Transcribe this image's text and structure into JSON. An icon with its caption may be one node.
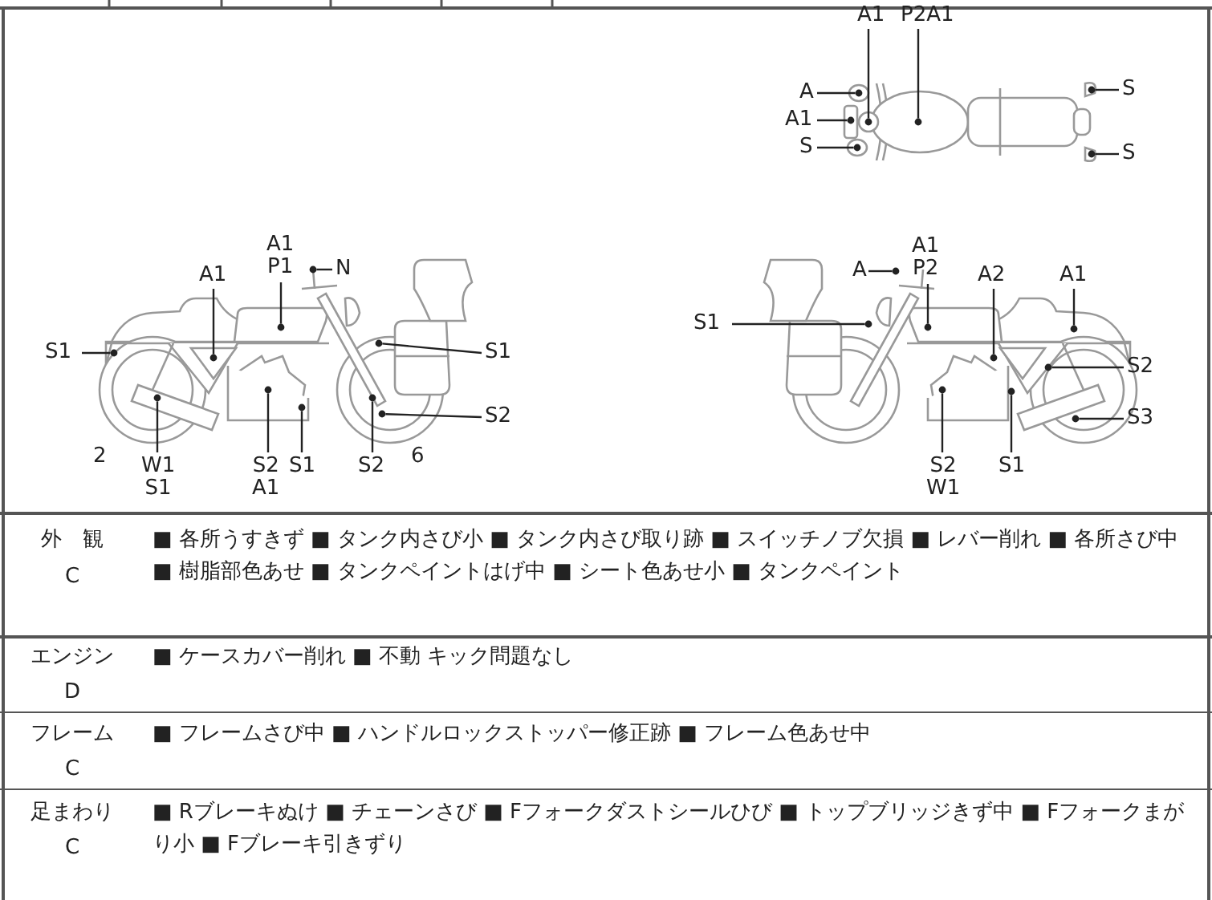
{
  "diagram": {
    "nodes": [
      {
        "text": [
          "A1"
        ]
      },
      {
        "text": [
          "P2A1"
        ]
      },
      {
        "text": [
          "A"
        ]
      },
      {
        "text": [
          "S"
        ]
      },
      {
        "text": [
          "A1"
        ]
      },
      {
        "text": [
          "S"
        ]
      },
      {
        "text": [
          "S"
        ]
      },
      {
        "text": [
          "A1 P1"
        ]
      },
      {
        "text": [
          "N"
        ]
      },
      {
        "text": [
          "A1 P2"
        ]
      },
      {
        "text": [
          "A1"
        ]
      },
      {
        "text": [
          "A"
        ]
      },
      {
        "text": [
          "A2"
        ]
      },
      {
        "text": [
          "A1"
        ]
      },
      {
        "text": [
          "S1"
        ]
      },
      {
        "text": [
          "S1"
        ]
      },
      {
        "text": [
          "S1"
        ]
      },
      {
        "text": [
          "S2"
        ]
      },
      {
        "text": [
          "S2"
        ]
      },
      {
        "text": [
          "S3"
        ]
      },
      {
        "text": [
          "W1 S1"
        ]
      },
      {
        "text": [
          "S2 A1"
        ]
      },
      {
        "text": [
          "S1"
        ]
      },
      {
        "text": [
          "S2"
        ]
      },
      {
        "text": [
          "S2 W1"
        ]
      },
      {
        "text": [
          "S1"
        ]
      },
      {
        "text": [],
        "shape": "dot"
      },
      {
        "text": [],
        "shape": "dot"
      },
      {
        "text": [],
        "shape": "dot"
      },
      {
        "text": [],
        "shape": "dot"
      },
      {
        "text": [],
        "shape": "dot"
      },
      {
        "text": [],
        "shape": "dot"
      },
      {
        "text": [],
        "shape": "dot"
      },
      {
        "text": [],
        "shape": "dot"
      },
      {
        "text": [],
        "shape": "dot"
      },
      {
        "text": [],
        "shape": "dot"
      },
      {
        "text": [],
        "shape": "dot"
      },
      {
        "text": [],
        "shape": "dot"
      },
      {
        "text": [],
        "shape": "dot"
      },
      {
        "text": [],
        "shape": "dot"
      },
      {
        "text": [],
        "shape": "dot"
      },
      {
        "text": [],
        "shape": "dot"
      },
      {
        "text": [],
        "shape": "dot"
      },
      {
        "text": [],
        "shape": "dot"
      },
      {
        "text": [],
        "shape": "dot"
      },
      {
        "text": [],
        "shape": "dot"
      },
      {
        "text": [],
        "shape": "dot"
      },
      {
        "text": [],
        "shape": "dot"
      },
      {
        "text": [],
        "shape": "dot"
      },
      {
        "text": [],
        "shape": "dot"
      },
      {
        "text": [],
        "shape": "dot"
      },
      {
        "text": [],
        "shape": "dot"
      }
    ],
    "edges": [
      {
        "from": 0,
        "to": 26,
        "arrow": "none"
      },
      {
        "from": 1,
        "to": 27,
        "arrow": "none"
      },
      {
        "from": 2,
        "to": 28,
        "arrow": "none"
      },
      {
        "from": 3,
        "to": 29,
        "arrow": "none"
      },
      {
        "from": 4,
        "to": 30,
        "arrow": "none"
      },
      {
        "from": 5,
        "to": 31,
        "arrow": "none"
      },
      {
        "from": 6,
        "to": 32,
        "arrow": "none"
      },
      {
        "from": 7,
        "to": 33,
        "arrow": "none"
      },
      {
        "from": 8,
        "to": 34,
        "arrow": "none"
      },
      {
        "from": 9,
        "to": 35,
        "arrow": "none"
      },
      {
        "from": 10,
        "to": 36,
        "arrow": "none"
      },
      {
        "from": 11,
        "to": 37,
        "arrow": "none"
      },
      {
        "from": 12,
        "to": 38,
        "arrow": "none"
      },
      {
        "from": 13,
        "to": 39,
        "arrow": "none"
      },
      {
        "from": 14,
        "to": 40,
        "arrow": "none"
      },
      {
        "from": 15,
        "to": 41,
        "arrow": "none"
      },
      {
        "from": 16,
        "to": 42,
        "arrow": "none"
      },
      {
        "from": 17,
        "to": 43,
        "arrow": "none"
      },
      {
        "from": 18,
        "to": 44,
        "arrow": "none"
      },
      {
        "from": 19,
        "to": 45,
        "arrow": "none"
      },
      {
        "from": 20,
        "to": 46,
        "arrow": "none"
      },
      {
        "from": 21,
        "to": 47,
        "arrow": "none"
      },
      {
        "from": 22,
        "to": 48,
        "arrow": "none"
      },
      {
        "from": 23,
        "to": 49,
        "arrow": "none"
      },
      {
        "from": 24,
        "to": 50,
        "arrow": "none"
      },
      {
        "from": 25,
        "to": 51,
        "arrow": "none"
      }
    ],
    "labels": [
      "2",
      "6",
      "外　観",
      "C",
      "■ 各所うすきず ■ タンク内さび小 ■ タンク内さび取り跡 ■ スイッチノブ欠損 ■ レバー削れ ■ 各所さび中 ■ 樹脂部色あせ ■ タンクペイントはげ中 ■ シート色あせ小 ■ タンクペイント",
      "エンジン",
      "D",
      "■ ケースカバー削れ ■ 不動 キック問題なし",
      "フレーム",
      "C",
      "■ フレームさび中 ■ ハンドルロックストッパー修正跡 ■ フレーム色あせ中",
      "足まわり",
      "C",
      "■ Rブレーキぬけ ■ チェーンさび ■ Fフォークダストシールひび ■ トップブリッジきず中 ■ Fフォークまがり小 ■ Fブレーキ引きずり"
    ]
  }
}
